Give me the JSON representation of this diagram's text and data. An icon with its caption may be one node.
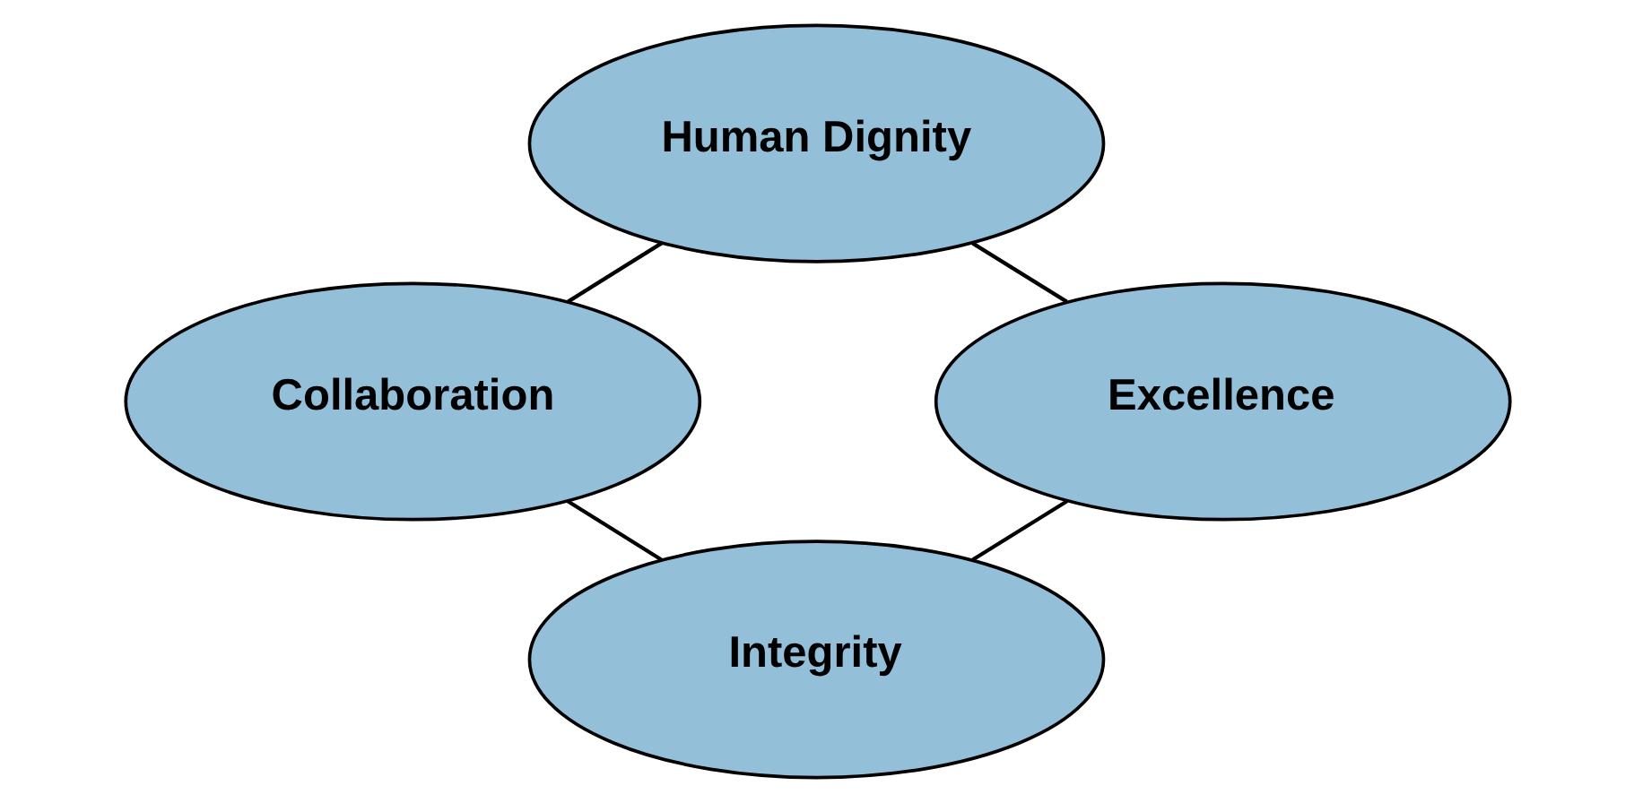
{
  "diagram": {
    "nodes": [
      {
        "text": [
          "Human Dignity"
        ]
      },
      {
        "text": [
          "Collaboration"
        ]
      },
      {
        "text": [
          "Excellence"
        ]
      },
      {
        "text": [
          "Integrity"
        ]
      }
    ],
    "edges": [
      {
        "from": 0,
        "to": 2,
        "arrow": "none"
      },
      {
        "from": 2,
        "to": 3,
        "arrow": "none"
      },
      {
        "from": 3,
        "to": 1,
        "arrow": "none"
      },
      {
        "from": 1,
        "to": 0,
        "arrow": "none"
      }
    ]
  }
}
